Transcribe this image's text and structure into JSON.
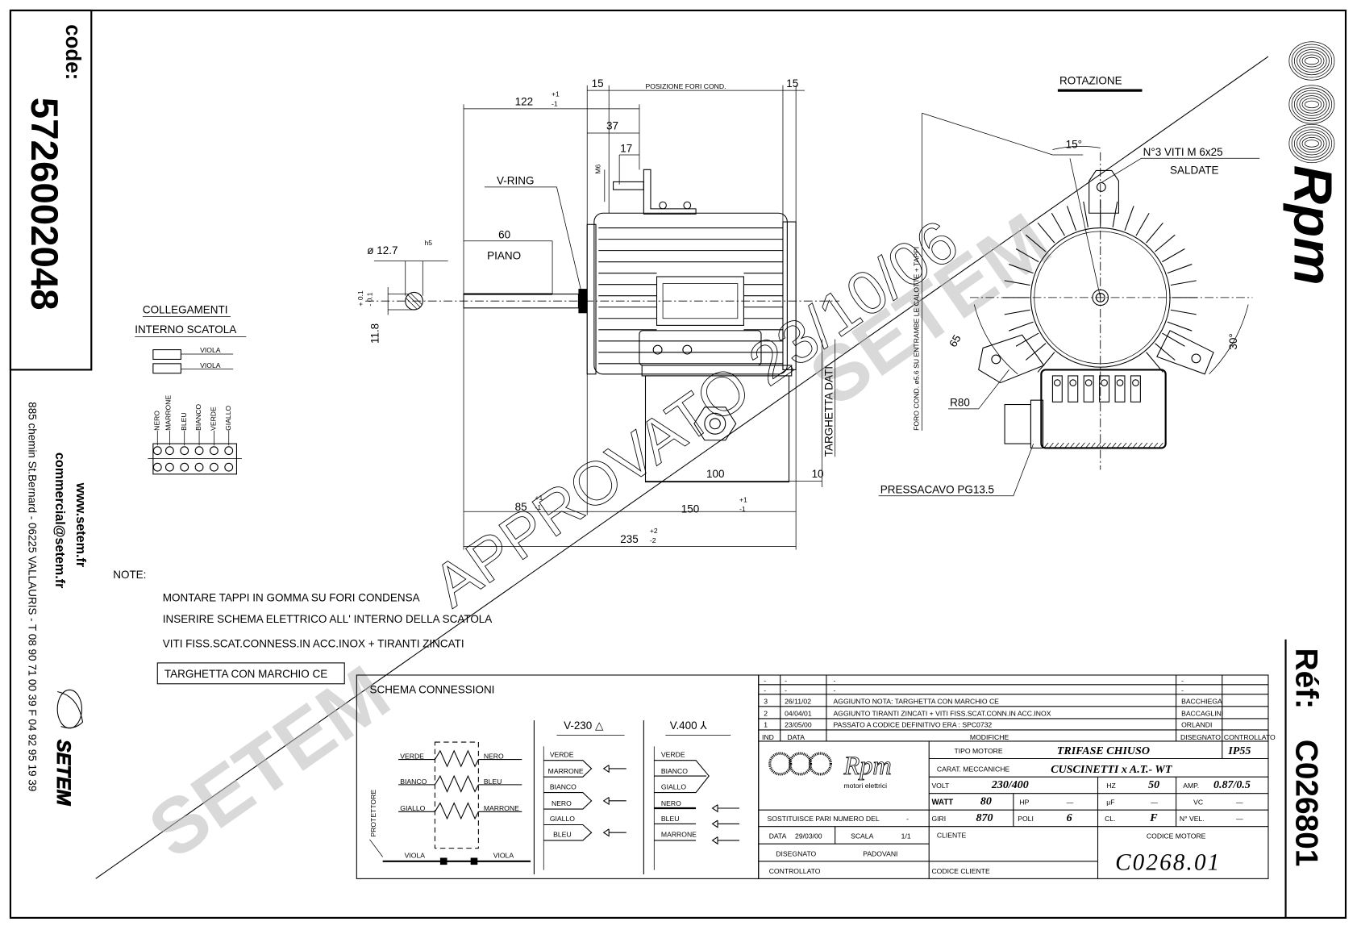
{
  "code_box": {
    "label": "code:",
    "value": "5726002048"
  },
  "company": {
    "website": "www.setem.fr",
    "email": "commercial@setem.fr",
    "address": "885 chemin St.Bernard  -  06225 VALLAURIS  -  T 08 90 71 00 39   F 04 92 95 19 39",
    "logo_text": "SETEM"
  },
  "brand": {
    "logo_text": "Rpm",
    "subtitle": "motori elettrici"
  },
  "reference": {
    "label": "Réf:",
    "value": "C026801"
  },
  "watermark": {
    "stamp": "APPROVATO 23/10/06",
    "stipple": "SETEM"
  },
  "side_view": {
    "dim_15_left": "15",
    "hole_position": "POSIZIONE FORI COND.",
    "dim_15_right": "15",
    "dim_122": "122",
    "tol_122_plus": "+1",
    "tol_122_minus": "-1",
    "dim_37": "37",
    "dim_17": "17",
    "thread": "M6",
    "v_ring": "V-RING",
    "dim_60": "60",
    "flat": "PIANO",
    "shaft_diameter": "ø 12.7",
    "shaft_fit": "h5",
    "dim_11_8": "11.8",
    "tol_11_8_plus": "+ 0.1",
    "tol_11_8_minus": "- 0.1",
    "nameplate": "TARGHETTA DATI",
    "dim_100": "100",
    "dim_10": "10",
    "dim_85": "85",
    "tol_85_plus": "+1",
    "tol_85_minus": "-1",
    "dim_150": "150",
    "tol_150_plus": "+1",
    "tol_150_minus": "-1",
    "dim_235": "235",
    "tol_235_plus": "+2",
    "tol_235_minus": "-2"
  },
  "end_view": {
    "rotation": "ROTAZIONE",
    "angle_15": "15°",
    "screws": "N°3 VITI M 6x25",
    "welded": "SALDATE",
    "drain_holes": "FORO COND. ø5.6 SU ENTRAMBE LE CALOTTE + TAPPI",
    "dim_65": "65",
    "angle_30": "30°",
    "radius": "R80",
    "cable_gland": "PRESSACAVO PG13.5"
  },
  "internal_connections": {
    "title_line1": "COLLEGAMENTI",
    "title_line2": "INTERNO SCATOLA",
    "protector_wires": [
      "VIOLA",
      "VIOLA"
    ],
    "terminal_wires": [
      "NERO",
      "MARRONE",
      "BLEU",
      "BIANCO",
      "VERDE",
      "GIALLO"
    ]
  },
  "notes": {
    "label": "NOTE:",
    "lines": [
      "MONTARE TAPPI IN GOMMA SU FORI CONDENSA",
      "INSERIRE SCHEMA ELETTRICO ALL' INTERNO DELLA SCATOLA",
      "VITI FISS.SCAT.CONNESS.IN ACC.INOX + TIRANTI ZINCATI"
    ],
    "boxed": "TARGHETTA CON MARCHIO CE"
  },
  "schema": {
    "title": "SCHEMA CONNESSIONI",
    "windings": [
      {
        "left": "VERDE",
        "right": "NERO"
      },
      {
        "left": "BIANCO",
        "right": "BLEU"
      },
      {
        "left": "GIALLO",
        "right": "MARRONE"
      }
    ],
    "protector": "PROTETTORE",
    "protector_wires": [
      "VIOLA",
      "VIOLA"
    ],
    "delta": {
      "title": "V-230 △",
      "wires": [
        "VERDE",
        "MARRONE",
        "BIANCO",
        "NERO",
        "GIALLO",
        "BLEU"
      ]
    },
    "star": {
      "title": "V.400 ⅄",
      "wires": [
        "VERDE",
        "BIANCO",
        "GIALLO",
        "NERO",
        "BLEU",
        "MARRONE"
      ]
    }
  },
  "revisions": {
    "rows": [
      {
        "ind": "-",
        "date": "-",
        "text": "-",
        "drawn": "-",
        "checked": ""
      },
      {
        "ind": "-",
        "date": "-",
        "text": "-",
        "drawn": "-",
        "checked": ""
      },
      {
        "ind": "3",
        "date": "26/11/02",
        "text": "AGGIUNTO NOTA: TARGHETTA CON MARCHIO CE",
        "drawn": "BACCHIEGA",
        "checked": ""
      },
      {
        "ind": "2",
        "date": "04/04/01",
        "text": "AGGIUNTO TIRANTI ZINCATI + VITI FISS.SCAT.CONN.IN ACC.INOX",
        "drawn": "BACCAGLINI",
        "checked": ""
      },
      {
        "ind": "1",
        "date": "23/05/00",
        "text": "PASSATO A CODICE DEFINITIVO ERA : SPC0732",
        "drawn": "ORLANDI",
        "checked": ""
      }
    ],
    "header": {
      "ind": "IND",
      "date": "DATA",
      "text": "MODIFICHE",
      "drawn": "DISEGNATO",
      "checked": "CONTROLLATO"
    }
  },
  "title_block": {
    "replaces_label": "SOSTITUISCE PARI NUMERO DEL",
    "replaces_value": "-",
    "date_label": "DATA",
    "date_value": "29/03/00",
    "scale_label": "SCALA",
    "scale_value": "1/1",
    "drawn_label": "DISEGNATO",
    "drawn_value": "PADOVANI",
    "checked_label": "CONTROLLATO",
    "motor_type_label": "TIPO MOTORE",
    "motor_type_value": "TRIFASE CHIUSO",
    "protection": "IP55",
    "mech_label": "CARAT. MECCANICHE",
    "mech_value": "CUSCINETTI x A.T.- WT",
    "volt_label": "VOLT",
    "volt_value": "230/400",
    "hz_label": "HZ",
    "hz_value": "50",
    "amp_label": "AMP.",
    "amp_value": "0.87/0.5",
    "watt_label": "WATT",
    "watt_value": "80",
    "hp_label": "HP",
    "hp_value": "—",
    "uf_label": "µF",
    "uf_value": "—",
    "vc_label": "VC",
    "vc_value": "—",
    "rpm_label": "GIRI",
    "rpm_value": "870",
    "poles_label": "POLI",
    "poles_value": "6",
    "class_label": "CL.",
    "class_value": "F",
    "speeds_label": "N° VEL.",
    "speeds_value": "—",
    "customer_label": "CLIENTE",
    "customer_code_label": "CODICE CLIENTE",
    "motor_code_label": "CODICE MOTORE",
    "motor_code_value": "C0268.01"
  }
}
